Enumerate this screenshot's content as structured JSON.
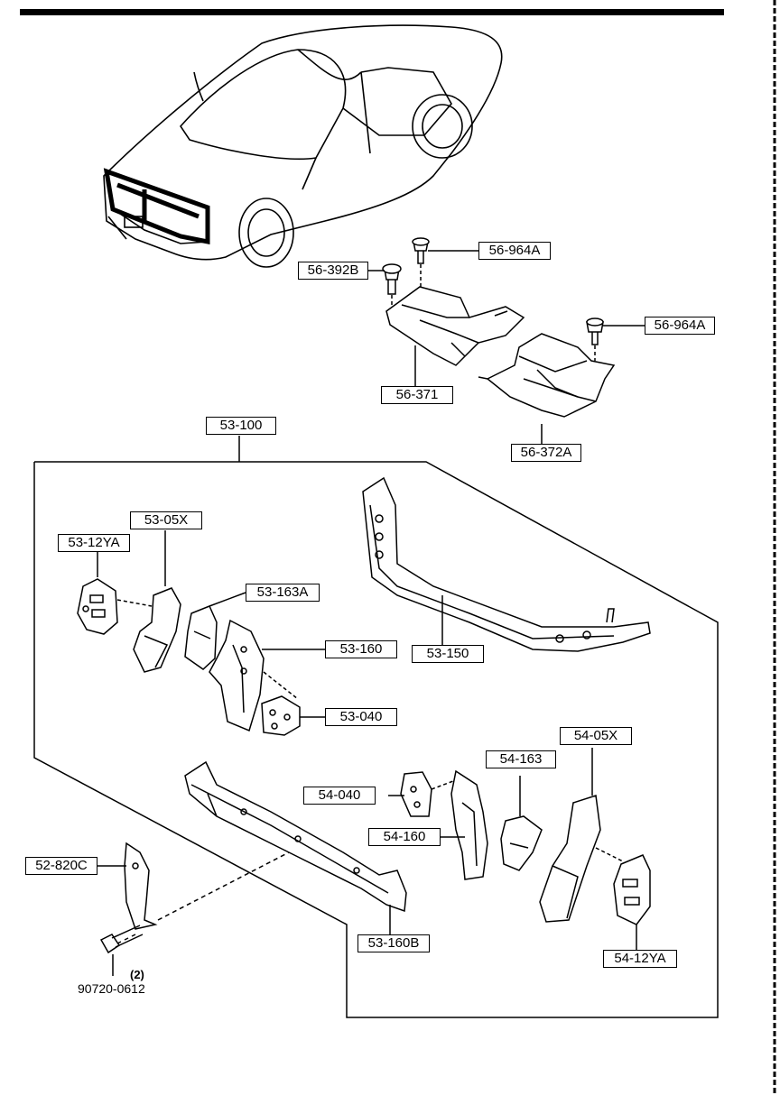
{
  "labels": {
    "p56_964A_top": "56-964A",
    "p56_392B": "56-392B",
    "p56_964A_right": "56-964A",
    "p56_371": "56-371",
    "p56_372A": "56-372A",
    "p53_100": "53-100",
    "p53_05X": "53-05X",
    "p53_12YA": "53-12YA",
    "p53_163A": "53-163A",
    "p53_160": "53-160",
    "p53_150": "53-150",
    "p53_040": "53-040",
    "p54_05X": "54-05X",
    "p54_163": "54-163",
    "p54_040": "54-040",
    "p54_160": "54-160",
    "p52_820C": "52-820C",
    "p53_160B": "53-160B",
    "p54_12YA": "54-12YA"
  },
  "bolt": {
    "qty": "(2)",
    "part_number": "90720-0612"
  }
}
